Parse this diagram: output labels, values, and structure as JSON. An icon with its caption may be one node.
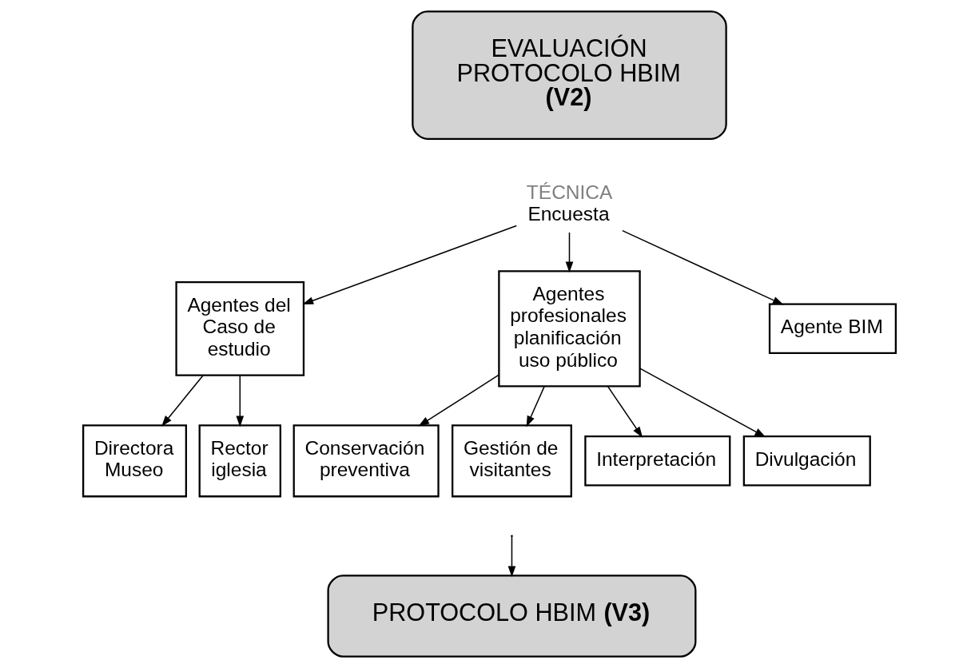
{
  "diagram": {
    "nodes": [
      {
        "text": [
          "EVALUACIÓN PROTOCOLO HBIM **(V2)**"
        ]
      },
      {
        "text": [
          "TÉCNICA",
          "Encuesta"
        ]
      },
      {
        "text": [
          "Agentes del Caso de estudio"
        ]
      },
      {
        "text": [
          "Agentes profesionales planificación uso público"
        ]
      },
      {
        "text": [
          "Agente BIM"
        ]
      },
      {
        "text": [
          "Directora Museo"
        ]
      },
      {
        "text": [
          "Rector iglesia"
        ]
      },
      {
        "text": [
          "Conservación preventiva"
        ]
      },
      {
        "text": [
          "Gestión de visitantes"
        ]
      },
      {
        "text": [
          "Interpretación"
        ]
      },
      {
        "text": [
          "Divulgación"
        ]
      },
      {
        "text": [
          "PROTOCOLO HBIM **(V3)**"
        ]
      }
    ],
    "edges": [
      {
        "from": 1,
        "to": 2,
        "arrow": "to"
      },
      {
        "from": 1,
        "to": 3,
        "arrow": "to"
      },
      {
        "from": 1,
        "to": 4,
        "arrow": "to"
      },
      {
        "from": 2,
        "to": 5,
        "arrow": "to"
      },
      {
        "from": 2,
        "to": 6,
        "arrow": "to"
      },
      {
        "from": 3,
        "to": 7,
        "arrow": "to"
      },
      {
        "from": 3,
        "to": 8,
        "arrow": "to"
      },
      {
        "from": 3,
        "to": 9,
        "arrow": "to"
      },
      {
        "from": 3,
        "to": 10,
        "arrow": "to"
      },
      {
        "from": null,
        "to": 11,
        "arrow": "to"
      }
    ]
  }
}
